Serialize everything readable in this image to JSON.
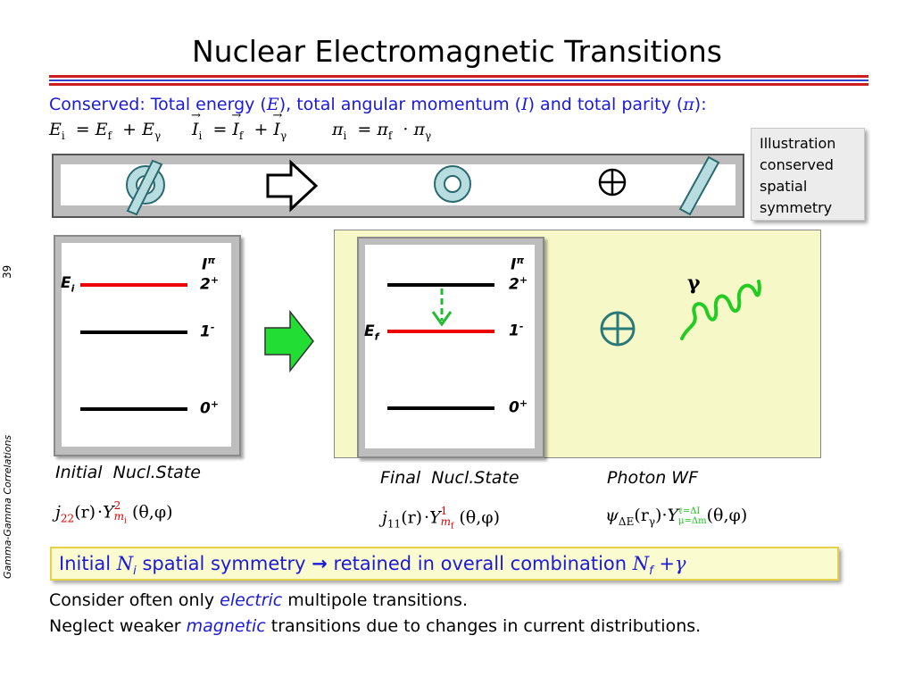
{
  "title": "Nuclear Electromagnetic Transitions",
  "conserved": {
    "prefix": "Conserved: Total energy (",
    "E": "E",
    "mid1": "), total angular momentum (",
    "I": "I",
    "mid2": ") and total parity (",
    "pi": "π",
    "suffix": "):"
  },
  "eq_energy": {
    "lhs": "E",
    "lhs_sub": "i",
    "r1": "E",
    "r1_sub": "f",
    "r2": "E",
    "r2_sub": "γ"
  },
  "eq_spin": {
    "lhs": "I",
    "lhs_sub": "i",
    "r1": "I",
    "r1_sub": "f",
    "r2": "I",
    "r2_sub": "γ"
  },
  "eq_parity": {
    "lhs": "π",
    "lhs_sub": "i",
    "r1": "π",
    "r1_sub": "f",
    "r2": "π",
    "r2_sub": "γ"
  },
  "callout": {
    "lines": [
      "Illustration",
      "conserved",
      "spatial",
      "symmetry"
    ]
  },
  "side": {
    "page_number": "39",
    "section": "Gamma-Gamma Correlations"
  },
  "initial_panel": {
    "header_symbol": "I",
    "header_sup": "π",
    "levels": [
      {
        "spin": "2",
        "parity": "+"
      },
      {
        "spin": "1",
        "parity": "-"
      },
      {
        "spin": "0",
        "parity": "+"
      }
    ],
    "energy_label": "E",
    "energy_sub": "i"
  },
  "final_panel": {
    "header_symbol": "I",
    "header_sup": "π",
    "levels": [
      {
        "spin": "2",
        "parity": "+"
      },
      {
        "spin": "1",
        "parity": "-"
      },
      {
        "spin": "0",
        "parity": "+"
      }
    ],
    "energy_label": "E",
    "energy_sub": "f"
  },
  "gamma_label": "γ",
  "captions": {
    "initial": "Initial  Nucl.State",
    "final": "Final  Nucl.State",
    "photon": "Photon WF"
  },
  "wf_initial": {
    "j": "j",
    "j_sub": "22",
    "r": "(r)",
    "dot": "·",
    "Y": "Y",
    "Y_sup": "2",
    "Y_sub": "m",
    "Y_subsub": "i",
    "args": "(θ,φ)"
  },
  "wf_final": {
    "j": "j",
    "j_sub": "11",
    "r": "(r)",
    "dot": "·",
    "Y": "Y",
    "Y_sup": "1",
    "Y_sub": "m",
    "Y_subsub": "f",
    "args": "(θ,φ)"
  },
  "wf_photon": {
    "psi": "ψ",
    "psi_sub": "ΔE",
    "r": "(r",
    "r_sub": "γ",
    "r_close": ")",
    "dot": "·",
    "Y": "Y",
    "Y_sup": "ℓ=ΔI",
    "Y_sub": "μ=Δm",
    "args": "(θ,φ)"
  },
  "highlight": {
    "part1": "Initial ",
    "N": "N",
    "N_sub": "i",
    "part2": " spatial symmetry ",
    "arrow": "→",
    "part3": " retained in overall combination ",
    "N2": "N",
    "N2_sub": "f",
    "part4": " +",
    "gamma": "γ"
  },
  "notes": [
    {
      "pre": "Consider often only ",
      "em": "electric",
      "post": " multipole transitions."
    },
    {
      "pre": "Neglect weaker ",
      "em": "magnetic",
      "post": " transitions due to changes in current distributions."
    }
  ],
  "colors": {
    "accent_blue": "#1a1ad8",
    "red": "#ee0000",
    "green": "#22cc22",
    "light_blue": "#b8dde0",
    "pale_yellow": "#f6f8c8",
    "highlight_bg": "#fbfbd0",
    "highlight_border": "#e5d24a"
  }
}
